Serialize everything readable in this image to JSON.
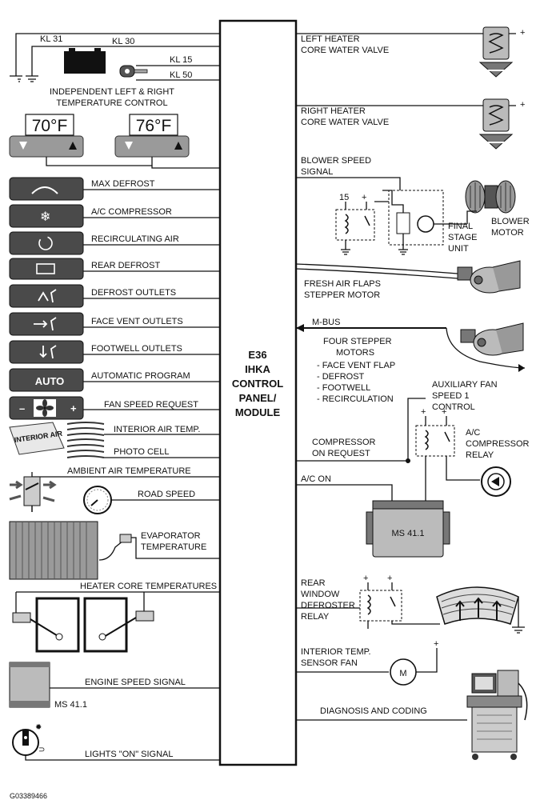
{
  "center_module": {
    "lines": [
      "E36",
      "IHKA",
      "CONTROL",
      "PANEL/",
      "MODULE"
    ]
  },
  "power": {
    "kl31": "KL 31",
    "kl30": "KL 30",
    "kl15": "KL 15",
    "kl50": "KL 50"
  },
  "temperature_control": {
    "title_line1": "INDEPENDENT LEFT & RIGHT",
    "title_line2": "TEMPERATURE CONTROL",
    "left_display": "70°F",
    "right_display": "76°F"
  },
  "left_inputs": {
    "max_defrost": "MAX DEFROST",
    "ac_compressor": "A/C COMPRESSOR",
    "recirculating_air": "RECIRCULATING AIR",
    "rear_defrost": "REAR DEFROST",
    "defrost_outlets": "DEFROST OUTLETS",
    "face_vent_outlets": "FACE VENT OUTLETS",
    "footwell_outlets": "FOOTWELL OUTLETS",
    "automatic_program": "AUTOMATIC PROGRAM",
    "auto_button": "AUTO",
    "fan_speed_request": "FAN SPEED REQUEST",
    "fan_minus": "–",
    "fan_plus": "+",
    "interior_air_temp": "INTERIOR AIR TEMP.",
    "interior_air_card": "INTERIOR AIR",
    "photo_cell": "PHOTO CELL",
    "ambient_air_temperature": "AMBIENT AIR TEMPERATURE",
    "road_speed": "ROAD SPEED",
    "evaporator_temp_1": "EVAPORATOR",
    "evaporator_temp_2": "TEMPERATURE",
    "heater_core_temperatures": "HEATER CORE TEMPERATURES",
    "engine_speed_signal": "ENGINE SPEED SIGNAL",
    "ms411_left": "MS 41.1",
    "lights_on_signal": "LIGHTS \"ON\" SIGNAL"
  },
  "right_outputs": {
    "left_heater_1": "LEFT HEATER",
    "left_heater_2": "CORE WATER VALVE",
    "right_heater_1": "RIGHT HEATER",
    "right_heater_2": "CORE WATER VALVE",
    "blower_speed_1": "BLOWER SPEED",
    "blower_speed_2": "SIGNAL",
    "relay_15": "15",
    "plus": "+",
    "final_stage_1": "FINAL",
    "final_stage_2": "STAGE",
    "final_stage_3": "UNIT",
    "blower_motor_1": "BLOWER",
    "blower_motor_2": "MOTOR",
    "fresh_air_1": "FRESH AIR FLAPS",
    "fresh_air_2": "STEPPER MOTOR",
    "mbus": "M-BUS",
    "four_stepper_1": "FOUR STEPPER",
    "four_stepper_2": "MOTORS",
    "stepper_list": [
      "- FACE VENT FLAP",
      "- DEFROST",
      "- FOOTWELL",
      "- RECIRCULATION"
    ],
    "aux_fan_1": "AUXILIARY FAN",
    "aux_fan_2": "SPEED 1",
    "aux_fan_3": "CONTROL",
    "compressor_request_1": "COMPRESSOR",
    "compressor_request_2": "ON REQUEST",
    "ac_relay_1": "A/C",
    "ac_relay_2": "COMPRESSOR",
    "ac_relay_3": "RELAY",
    "ac_on": "A/C ON",
    "ms411_right": "MS 41.1",
    "rear_window_1": "REAR",
    "rear_window_2": "WINDOW",
    "rear_window_3": "DEFROSTER",
    "rear_window_4": "RELAY",
    "int_temp_fan_1": "INTERIOR TEMP.",
    "int_temp_fan_2": "SENSOR FAN",
    "motor_m": "M",
    "diagnosis": "DIAGNOSIS AND CODING"
  },
  "footer_code": "G03389466"
}
